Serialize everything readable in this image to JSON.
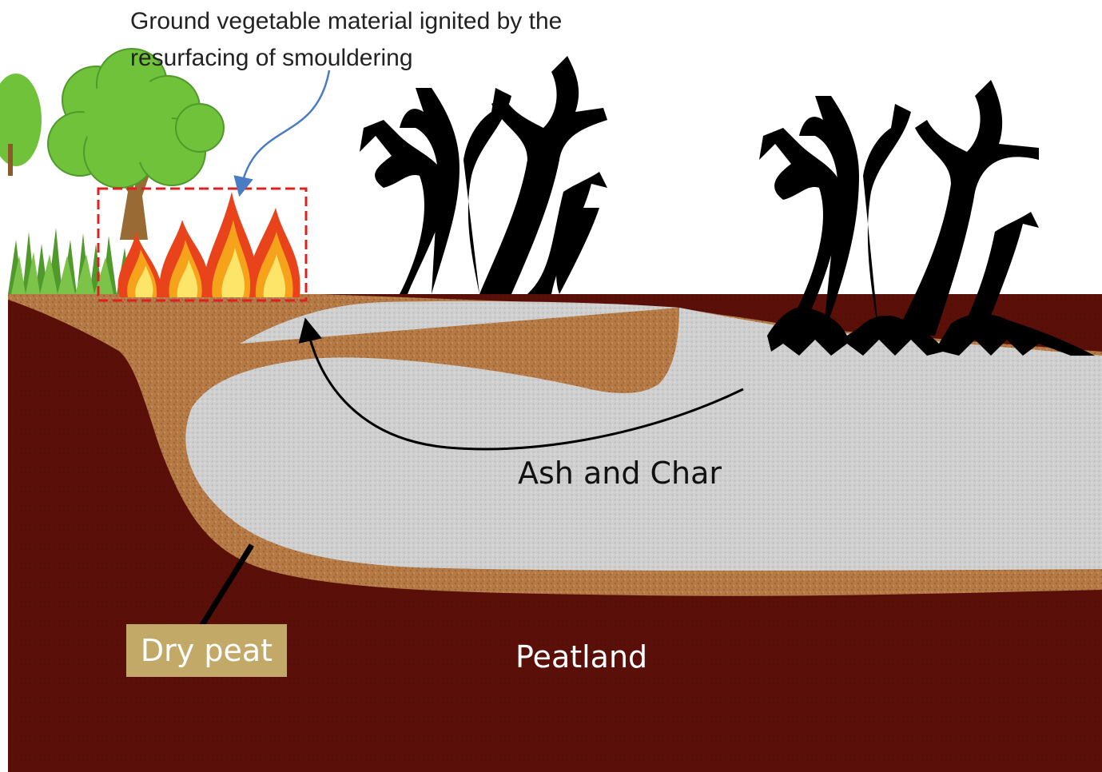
{
  "labels": {
    "caption_line1": "Ground vegetable material ignited by the",
    "caption_line2": "resurfacing of smouldering",
    "ash_and_char": "Ash and Char",
    "dry_peat": "Dry peat",
    "peatland": "Peatland"
  },
  "colors": {
    "peatland": "#5a1008",
    "dry_peat": "#b57a45",
    "ash": "#cfcfcf",
    "flame_outer": "#e8431a",
    "flame_mid": "#f7a21b",
    "flame_inner": "#fde56a",
    "tree_canopy": "#6fc23a",
    "dead_tree": "#000000",
    "callout_arrow": "#4a7cc4",
    "highlight_box": "#e02020",
    "dry_peat_label_bg": "#c2a968"
  }
}
